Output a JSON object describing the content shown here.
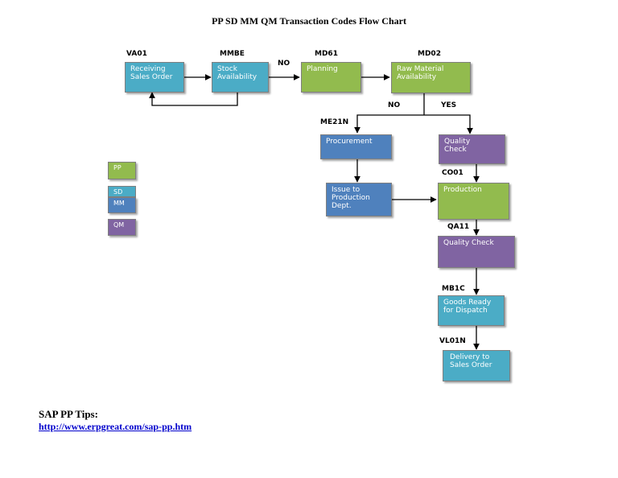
{
  "title": "PP SD MM QM Transaction Codes Flow Chart",
  "nodes": {
    "receiving_sales_order": {
      "label": "Receiving\nSales Order",
      "code": "VA01",
      "module": "SD"
    },
    "stock_availability": {
      "label": "Stock\nAvailability",
      "code": "MMBE",
      "module": "SD"
    },
    "planning": {
      "label": "Planning",
      "code": "MD61",
      "module": "PP"
    },
    "raw_material_availability": {
      "label": "Raw Material\nAvailability",
      "code": "MD02",
      "module": "PP"
    },
    "procurement": {
      "label": "Procurement",
      "code": "ME21N",
      "module": "MM"
    },
    "quality_check_1": {
      "label": "Quality\nCheck",
      "module": "QM"
    },
    "issue_to_production": {
      "label": "Issue to\nProduction\nDept.",
      "module": "MM"
    },
    "production": {
      "label": "Production",
      "code": "CO01",
      "module": "PP"
    },
    "quality_check_2": {
      "label": "Quality  Check",
      "code": "QA11",
      "module": "QM"
    },
    "goods_ready": {
      "label": "Goods Ready\nfor Dispatch",
      "code": "MB1C",
      "module": "SD"
    },
    "delivery": {
      "label": "Delivery to\nSales Order",
      "code": "VL01N",
      "module": "SD"
    }
  },
  "edge_labels": {
    "no_planning": "NO",
    "no_procurement": "NO",
    "yes_quality": "YES"
  },
  "legend": [
    {
      "label": "PP",
      "color": "#92bb4e"
    },
    {
      "label": "SD",
      "color": "#4bacc6"
    },
    {
      "label": "MM",
      "color": "#4f81bd"
    },
    {
      "label": "QM",
      "color": "#8064a2"
    }
  ],
  "tips": {
    "heading": "SAP PP Tips:",
    "link": "http://www.erpgreat.com/sap-pp.htm"
  }
}
